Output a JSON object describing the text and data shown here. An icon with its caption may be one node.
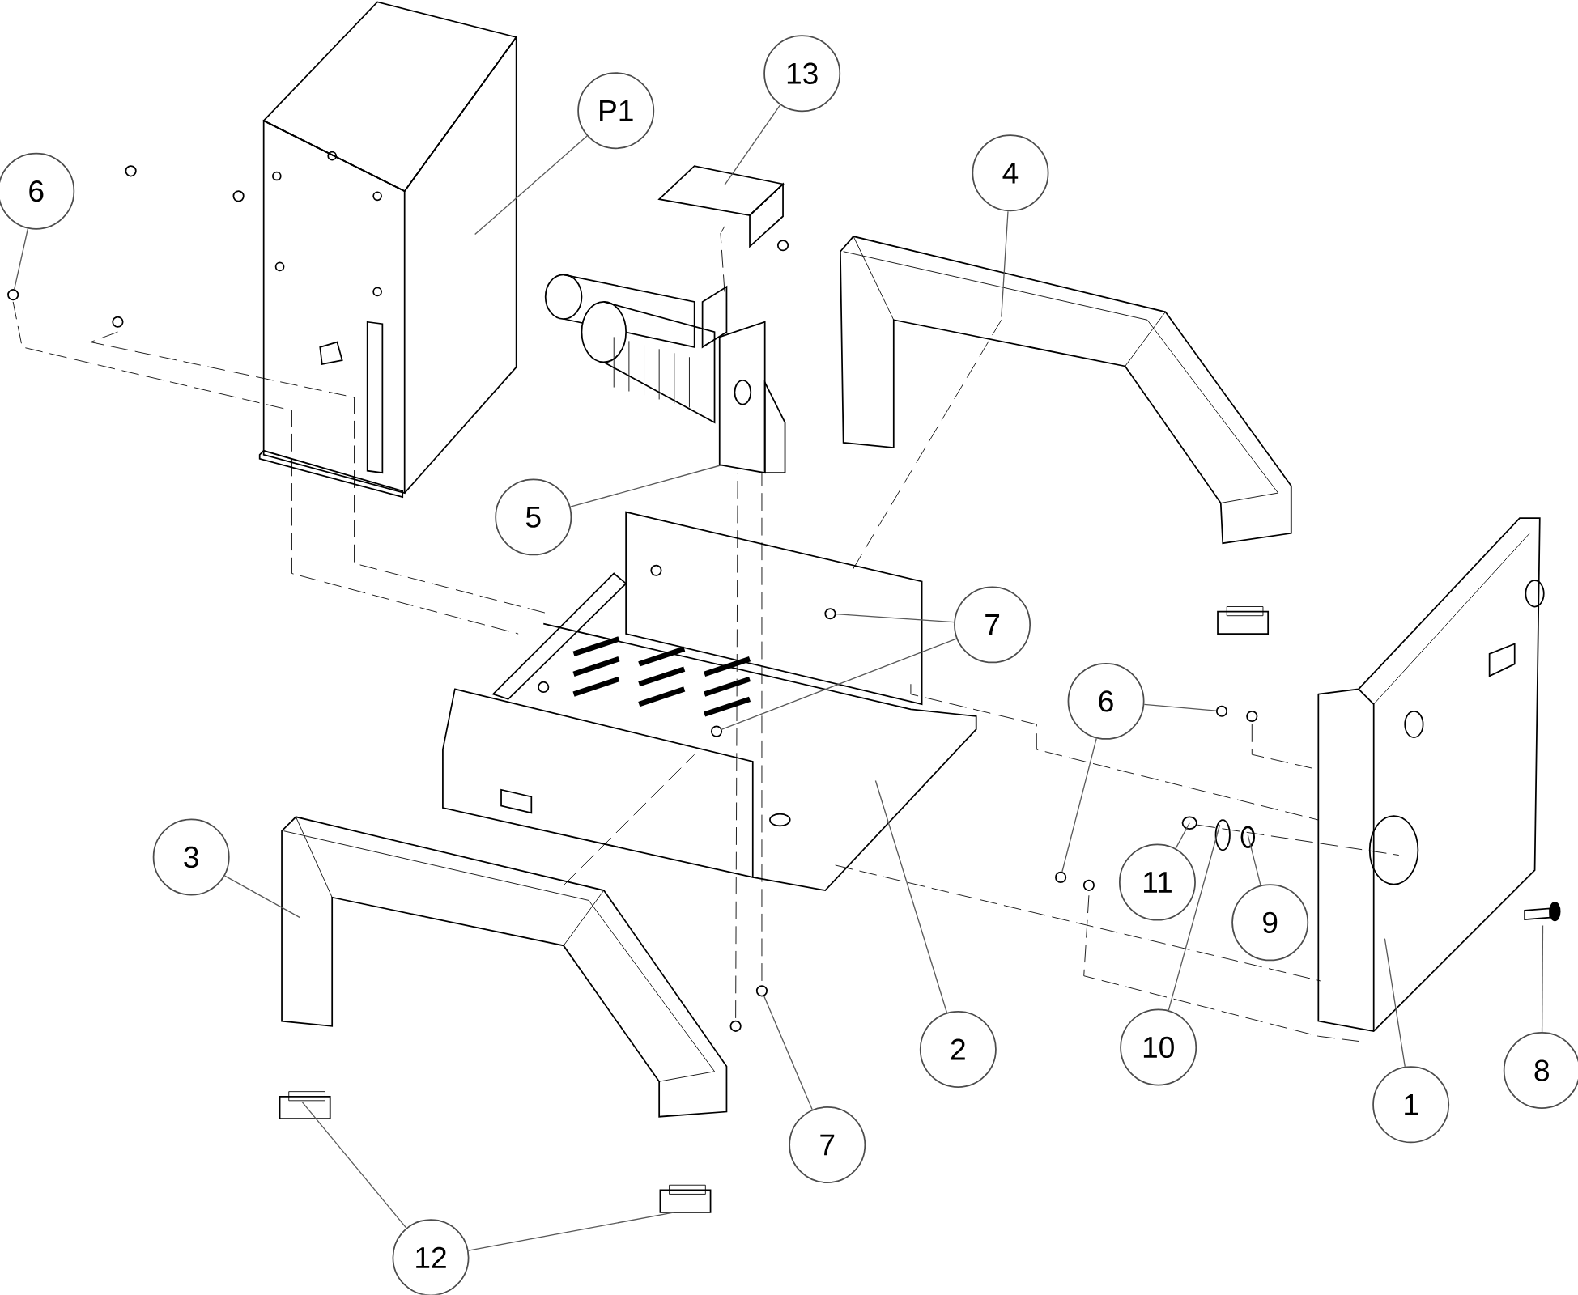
{
  "diagram": {
    "nodes": [
      {
        "text": [
          "13"
        ]
      },
      {
        "text": [
          "P1"
        ]
      },
      {
        "text": [
          "6"
        ]
      },
      {
        "text": [
          "4"
        ]
      },
      {
        "text": [
          "5"
        ]
      },
      {
        "text": [
          "7"
        ]
      },
      {
        "text": [
          "6"
        ]
      },
      {
        "text": [
          "3"
        ]
      },
      {
        "text": [
          "11"
        ]
      },
      {
        "text": [
          "9"
        ]
      },
      {
        "text": [
          "2"
        ]
      },
      {
        "text": [
          "10"
        ]
      },
      {
        "text": [
          "8"
        ]
      },
      {
        "text": [
          "1"
        ]
      },
      {
        "text": [
          "7"
        ]
      },
      {
        "text": [
          "12"
        ]
      },
      {
        "text": [],
        "shape": "circle"
      },
      {
        "text": [],
        "shape": "circle"
      },
      {
        "text": [],
        "shape": "circle"
      },
      {
        "text": [],
        "shape": "circle"
      },
      {
        "text": [],
        "shape": "circle"
      },
      {
        "text": [],
        "shape": "circle"
      }
    ],
    "edges": [
      {
        "from": 0,
        "to": null,
        "arrow": "none"
      },
      {
        "from": 1,
        "to": null,
        "arrow": "none"
      },
      {
        "from": 2,
        "to": 16,
        "arrow": "none"
      },
      {
        "from": 3,
        "to": null,
        "arrow": "none"
      },
      {
        "from": 4,
        "to": null,
        "arrow": "none"
      },
      {
        "from": 5,
        "to": 17,
        "arrow": "none"
      },
      {
        "from": 5,
        "to": 18,
        "arrow": "none"
      },
      {
        "from": 6,
        "to": 19,
        "arrow": "none"
      },
      {
        "from": 6,
        "to": 20,
        "arrow": "none"
      },
      {
        "from": 7,
        "to": null,
        "arrow": "none"
      },
      {
        "from": 8,
        "to": null,
        "arrow": "none"
      },
      {
        "from": 9,
        "to": null,
        "arrow": "none"
      },
      {
        "from": 10,
        "to": null,
        "arrow": "none"
      },
      {
        "from": 11,
        "to": null,
        "arrow": "none"
      },
      {
        "from": 12,
        "to": null,
        "arrow": "none"
      },
      {
        "from": 13,
        "to": null,
        "arrow": "none"
      },
      {
        "from": 14,
        "to": 21,
        "arrow": "none"
      },
      {
        "from": 15,
        "to": null,
        "arrow": "none"
      },
      {
        "from": 15,
        "to": null,
        "arrow": "none"
      }
    ]
  }
}
